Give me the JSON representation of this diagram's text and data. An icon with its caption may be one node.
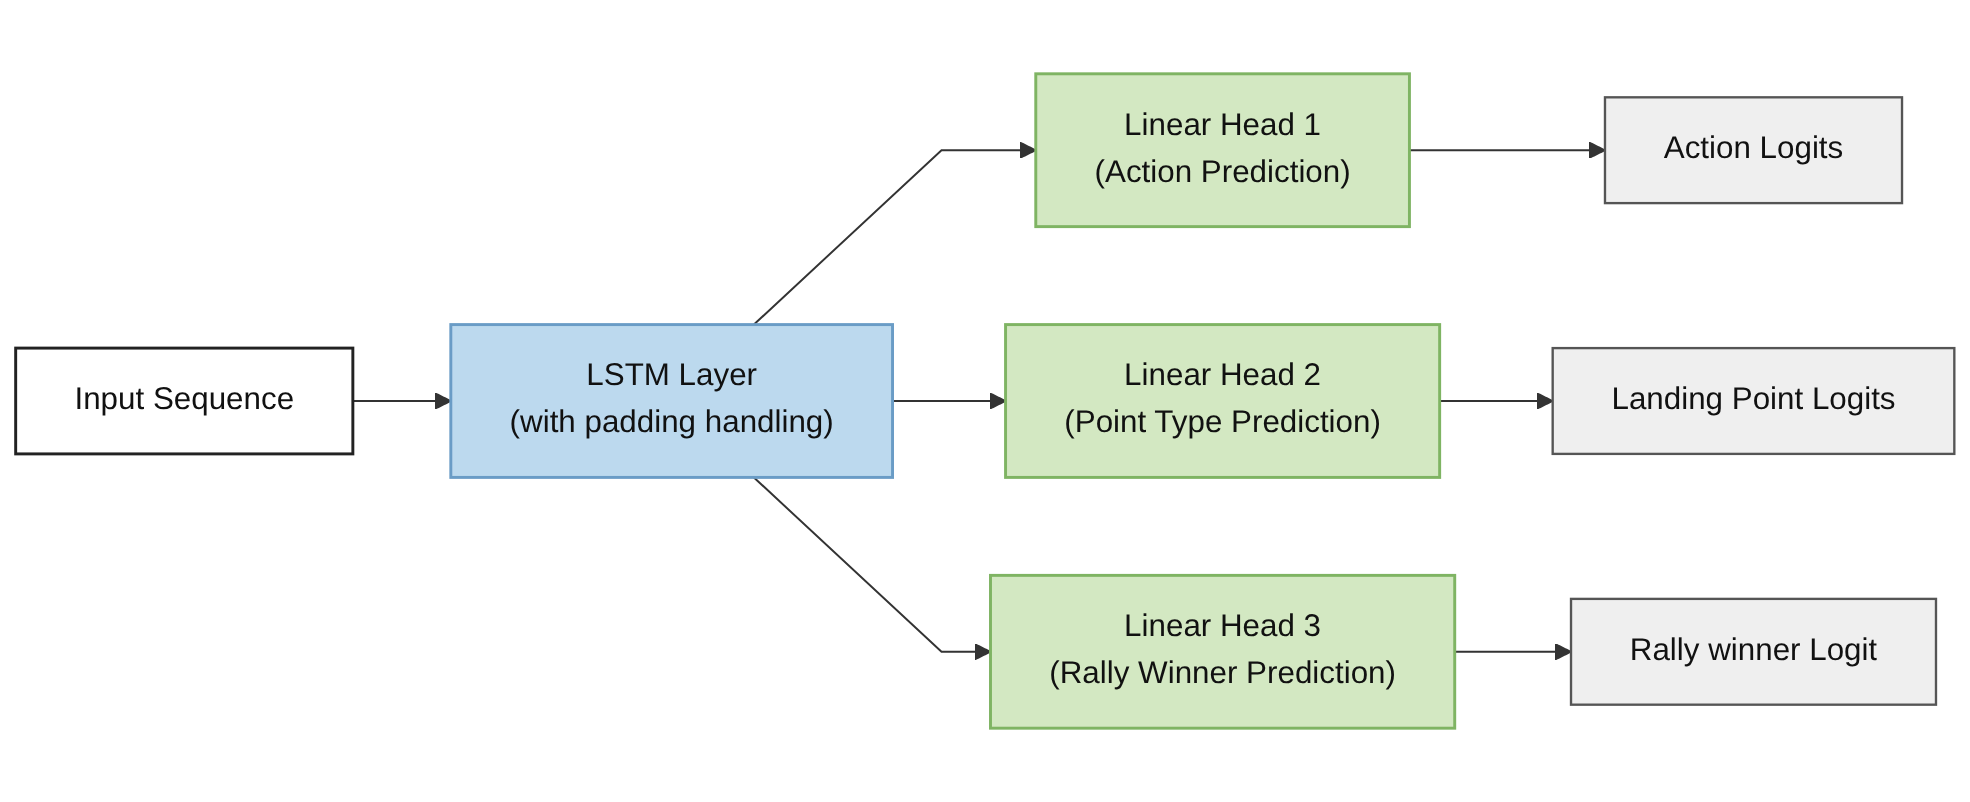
{
  "diagram": {
    "nodes": [
      {
        "text": [
          "Input Sequence"
        ]
      },
      {
        "text": [
          "LSTM Layer",
          "(with padding handling)"
        ]
      },
      {
        "text": [
          "Linear Head 1",
          "(Action Prediction)"
        ]
      },
      {
        "text": [
          "Linear Head 2",
          "(Point Type Prediction)"
        ]
      },
      {
        "text": [
          "Linear Head 3",
          "(Rally Winner Prediction)"
        ]
      },
      {
        "text": [
          "Action Logits"
        ]
      },
      {
        "text": [
          "Landing Point Logits"
        ]
      },
      {
        "text": [
          "Rally winner Logit"
        ]
      }
    ],
    "edges": [
      {
        "from": 0,
        "to": 1,
        "arrow": "to"
      },
      {
        "from": 1,
        "to": 2,
        "arrow": "to"
      },
      {
        "from": 1,
        "to": 3,
        "arrow": "to"
      },
      {
        "from": 1,
        "to": 4,
        "arrow": "to"
      },
      {
        "from": 2,
        "to": 5,
        "arrow": "to"
      },
      {
        "from": 3,
        "to": 6,
        "arrow": "to"
      },
      {
        "from": 4,
        "to": 7,
        "arrow": "to"
      }
    ]
  }
}
